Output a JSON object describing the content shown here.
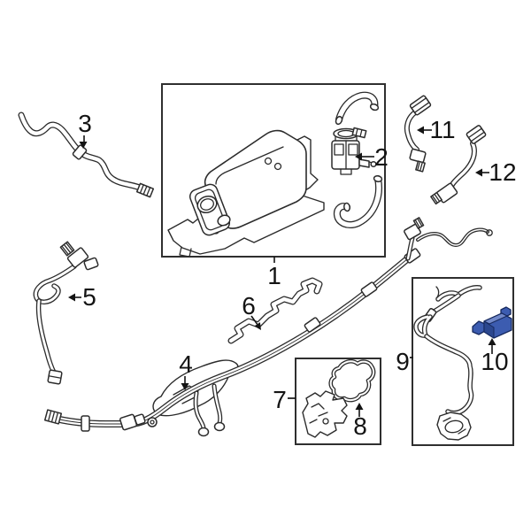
{
  "figure": {
    "kind": "automotive-parts-line-diagram",
    "background_color": "#ffffff",
    "line_color": "#2b2b2b",
    "box_border_color": "#2f2f2f",
    "highlight_color": "#3c5cb0",
    "highlighted_callout": "10"
  },
  "callouts": {
    "c1": {
      "label": "1",
      "part": "canister-assembly"
    },
    "c2": {
      "label": "2",
      "part": "valve"
    },
    "c3": {
      "label": "3",
      "part": "hose"
    },
    "c4": {
      "label": "4",
      "part": "tube-harness"
    },
    "c5": {
      "label": "5",
      "part": "tube-with-sensor"
    },
    "c6": {
      "label": "6",
      "part": "tube"
    },
    "c7": {
      "label": "7",
      "part": "bracket"
    },
    "c8": {
      "label": "8",
      "part": "seal"
    },
    "c9": {
      "label": "9",
      "part": "hose-assembly"
    },
    "c10": {
      "label": "10",
      "part": "valve-highlighted"
    },
    "c11": {
      "label": "11",
      "part": "sensor-pigtail"
    },
    "c12": {
      "label": "12",
      "part": "sensor-pigtail"
    }
  }
}
